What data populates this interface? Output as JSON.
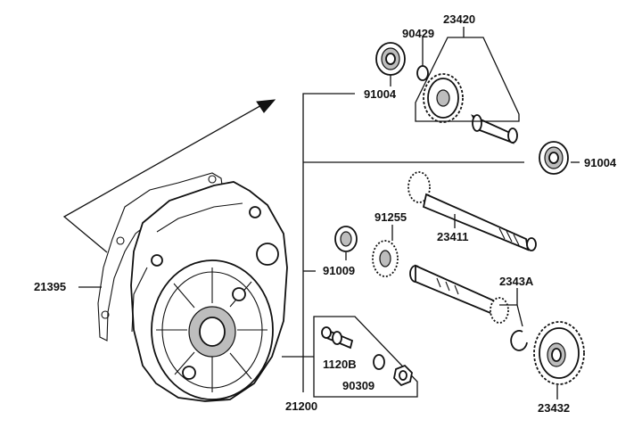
{
  "labels": {
    "p23420": "23420",
    "p90429": "90429",
    "p91004_top": "91004",
    "p91004_mid": "91004",
    "p91255": "91255",
    "p23411": "23411",
    "p91009": "91009",
    "p2343a": "2343A",
    "p21395": "21395",
    "p1120b": "1120B",
    "p90309": "90309",
    "p21200": "21200",
    "p23432": "23432"
  },
  "colors": {
    "ink": "#111111",
    "paper": "#ffffff",
    "shade": "#bdbdbd"
  }
}
